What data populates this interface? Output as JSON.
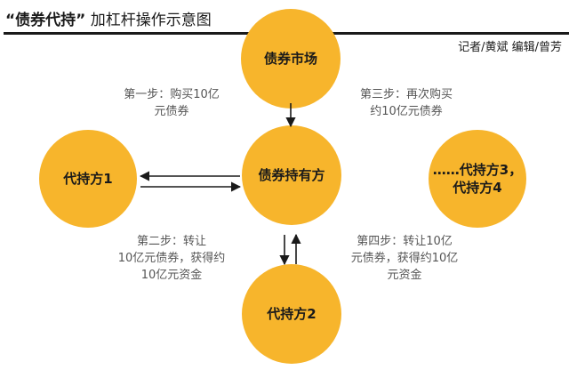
{
  "header": {
    "title_quoted": "“债券代持”",
    "title_rest": "加杠杆操作示意图",
    "credit": "记者/黄斌 编辑/曾芳"
  },
  "nodes": {
    "market": "债券市场",
    "holder": "债券持有方",
    "agent1": "代持方1",
    "agent2": "代持方2",
    "agent34_line1": "……代持方3，",
    "agent34_line2": "代持方4"
  },
  "steps": {
    "step1": "第一步：购买10亿\n元债券",
    "step2": "第二步：转让\n10亿元债券，获得约\n10亿元资金",
    "step3": "第三步：再次购买\n约10亿元债券",
    "step4": "第四步：转让10亿\n元债券，获得约10亿\n元资金"
  },
  "colors": {
    "node_fill": "#f7b52c",
    "arrow": "#1a1a1a",
    "step_text": "#555555"
  }
}
